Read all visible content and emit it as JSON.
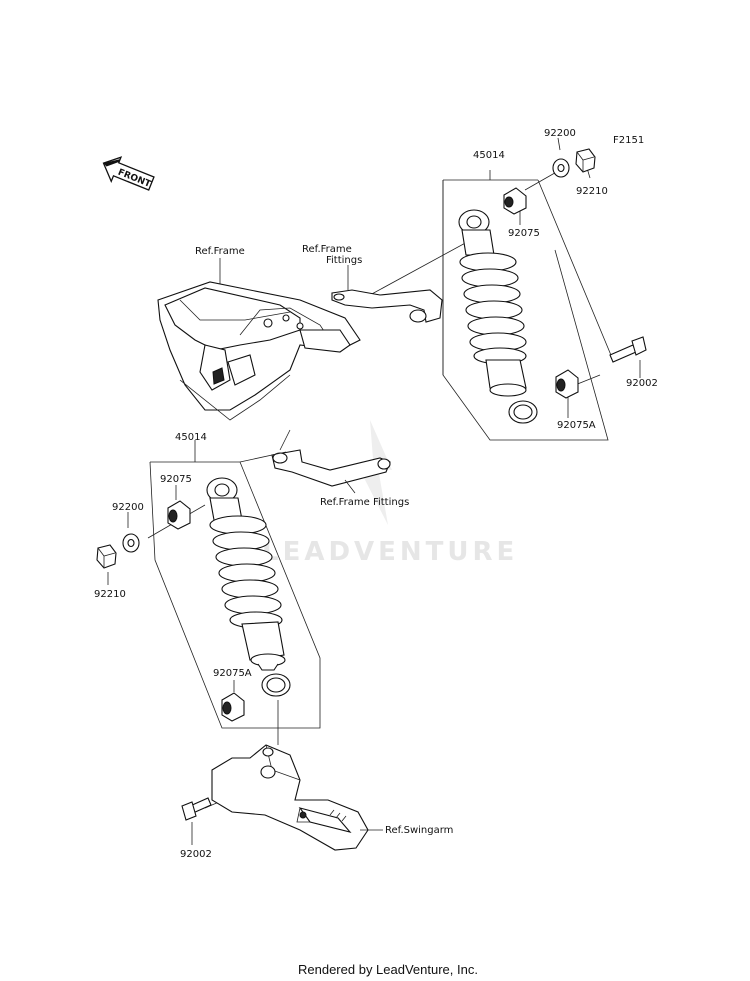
{
  "diagram": {
    "figure_code": "F2151",
    "front_marker": "FRONT",
    "watermark": "LEADVENTURE",
    "footer": "Rendered by LeadVenture, Inc.",
    "labels": {
      "shock_upper": "45014",
      "washer_upper": "92200",
      "nut_upper": "92210",
      "bushing_upper": "92075",
      "bolt_upper": "92002",
      "bushing_a_upper": "92075A",
      "ref_frame": "Ref.Frame",
      "ref_frame_fittings_1": "Ref.Frame",
      "ref_frame_fittings_2": "Fittings",
      "shock_lower": "45014",
      "bushing_lower": "92075",
      "washer_lower": "92200",
      "nut_lower": "92210",
      "ref_frame_fittings_lower": "Ref.Frame Fittings",
      "bushing_a_lower": "92075A",
      "bolt_lower": "92002",
      "ref_swingarm": "Ref.Swingarm"
    }
  }
}
